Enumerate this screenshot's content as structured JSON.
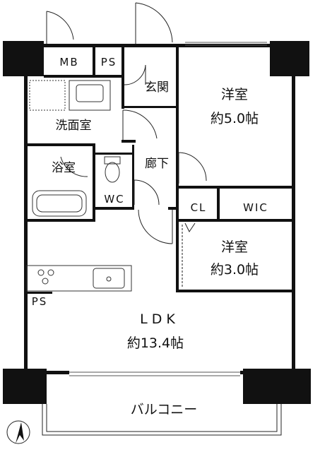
{
  "rooms": {
    "mb": "MB",
    "ps_top": "PS",
    "genkan": "玄関",
    "western1_name": "洋室",
    "western1_size": "約5.0帖",
    "senmen": "洗面室",
    "yokushitsu": "浴室",
    "roka": "廊下",
    "wc": "WC",
    "cl": "CL",
    "wic": "WIC",
    "western2_name": "洋室",
    "western2_size": "約3.0帖",
    "ps_bottom": "PS",
    "ldk_name": "LDK",
    "ldk_size": "約13.4帖",
    "balcony": "バルコニー"
  },
  "compass": {
    "label": "N"
  }
}
